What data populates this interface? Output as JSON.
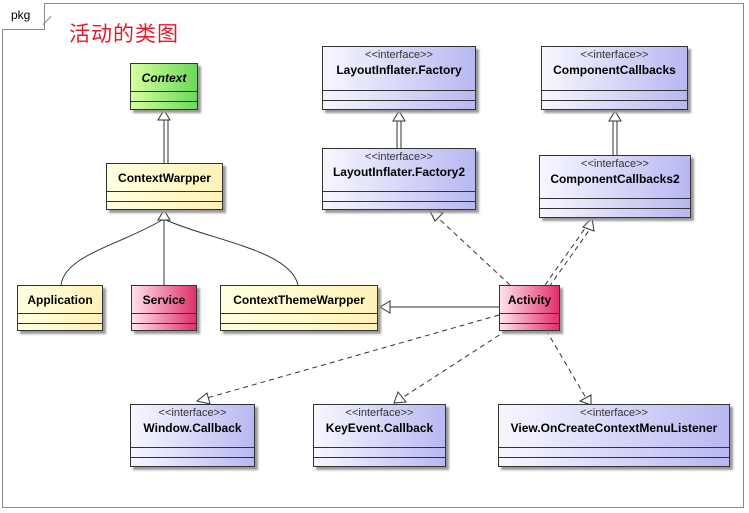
{
  "package": {
    "label": "pkg"
  },
  "diagram": {
    "title": "活动的类图"
  },
  "classes": {
    "context": {
      "name": "Context"
    },
    "context_warpper": {
      "name": "ContextWarpper"
    },
    "application": {
      "name": "Application"
    },
    "service": {
      "name": "Service"
    },
    "context_theme_warpper": {
      "name": "ContextThemeWarpper"
    },
    "activity": {
      "name": "Activity"
    },
    "layout_factory": {
      "stereotype": "<<interface>>",
      "name": "LayoutInflater.Factory"
    },
    "layout_factory2": {
      "stereotype": "<<interface>>",
      "name": "LayoutInflater.Factory2"
    },
    "component_callbacks": {
      "stereotype": "<<interface>>",
      "name": "ComponentCallbacks"
    },
    "component_callbacks2": {
      "stereotype": "<<interface>>",
      "name": "ComponentCallbacks2"
    },
    "window_callback": {
      "stereotype": "<<interface>>",
      "name": "Window.Callback"
    },
    "keyevent_callback": {
      "stereotype": "<<interface>>",
      "name": "KeyEvent.Callback"
    },
    "create_context_menu": {
      "stereotype": "<<interface>>",
      "name": "View.OnCreateContextMenuListener"
    }
  },
  "colors": {
    "title": "#e21b2a",
    "abstract_class": "#6bd85b",
    "class": "#fff2b8",
    "highlight_class": "#e0306a",
    "interface": "#b8b8f2"
  }
}
